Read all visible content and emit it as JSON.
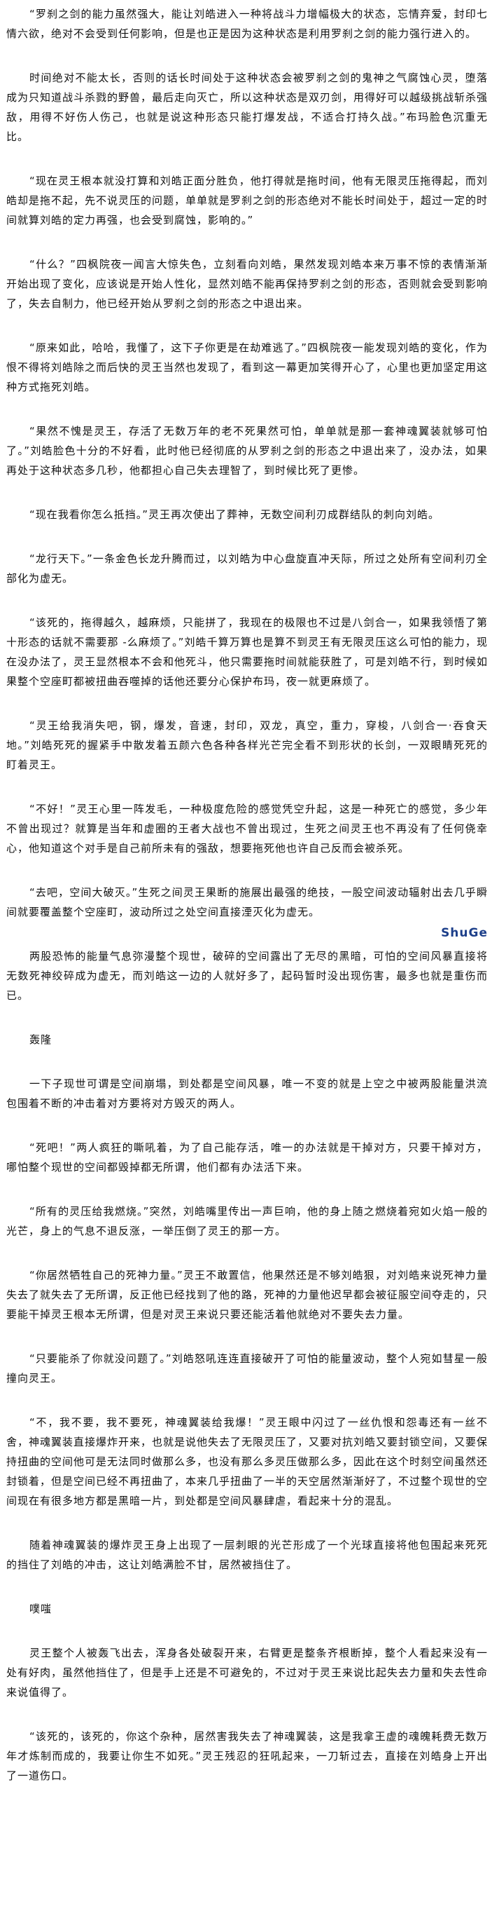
{
  "paragraphs": [
    "“罗刹之剑的能力虽然强大，能让刘皓进入一种将战斗力增幅极大的状态，忘情弃爱，封印七情六欲，绝对不会受到任何影响，但是也正是因为这种状态是利用罗刹之剑的能力强行进入的。",
    "时间绝对不能太长，否则的话长时间处于这种状态会被罗刹之剑的鬼神之气腐蚀心灵，堕落成为只知道战斗杀戮的野兽，最后走向灭亡，所以这种状态是双刃剑，用得好可以越级挑战斩杀强敌，用得不好伤人伤己，也就是说这种形态只能打爆发战，不适合打持久战。”布玛脸色沉重无比。",
    "“现在灵王根本就没打算和刘皓正面分胜负，他打得就是拖时间，他有无限灵压拖得起，而刘皓却是拖不起，先不说灵压的问题，单单就是罗刹之剑的形态绝对不能长时间处于，超过一定的时间就算刘皓的定力再强，也会受到腐蚀，影响的。”",
    "“什么？”四枫院夜一闻言大惊失色，立刻看向刘皓，果然发现刘皓本来万事不惊的表情渐渐开始出现了变化，应该说是开始人性化，显然刘皓不能再保持罗刹之剑的形态，否则就会受到影响了，失去自制力，他已经开始从罗刹之剑的形态之中退出来。",
    "“原来如此，哈哈，我懂了，这下子你更是在劫难逃了。”四枫院夜一能发现刘皓的变化，作为恨不得将刘皓除之而后快的灵王当然也发现了，看到这一幕更加笑得开心了，心里也更加坚定用这种方式拖死刘皓。",
    "“果然不愧是灵王，存活了无数万年的老不死果然可怕，单单就是那一套神魂翼装就够可怕了。”刘皓脸色十分的不好看，此时他已经彻底的从罗刹之剑的形态之中退出来了，没办法，如果再处于这种状态多几秒，他都担心自己失去理智了，到时候比死了更惨。",
    "“现在我看你怎么抵挡。”灵王再次使出了葬神，无数空间利刃成群结队的刺向刘皓。",
    "“龙行天下。”一条金色长龙升腾而过，以刘皓为中心盘旋直冲天际，所过之处所有空间利刃全部化为虚无。",
    "“该死的，拖得越久，越麻烦，只能拼了，我现在的极限也不过是八剑合一，如果我领悟了第十形态的话就不需要那 -么麻烦了。”刘皓千算万算也是算不到灵王有无限灵压这么可怕的能力，现在没办法了，灵王显然根本不会和他死斗，他只需要拖时间就能获胜了，可是刘皓不行，到时候如果整个空座町都被扭曲吞噬掉的话他还要分心保护布玛，夜一就更麻烦了。",
    "“灵王给我消失吧，钢，爆发，音速，封印，双龙，真空，重力，穿梭，八剑合一·吞食天地。”刘皓死死的握紧手中散发着五颜六色各种各样光芒完全看不到形状的长剑，一双眼睛死死的盯着灵王。",
    "“不好！”灵王心里一阵发毛，一种极度危险的感觉凭空升起，这是一种死亡的感觉，多少年不曾出现过？就算是当年和虚圈的王者大战也不曾出现过，生死之间灵王也不再没有了任何侥幸心，他知道这个对手是自己前所未有的强敌，想要拖死他也许自己反而会被杀死。",
    "“去吧，空间大破灭。”生死之间灵王果断的施展出最强的绝技，一股空间波动辐射出去几乎瞬间就要覆盖整个空座町，波动所过之处空间直接湮灭化为虚无。",
    "两股恐怖的能量气息弥漫整个现世，破碎的空间露出了无尽的黑暗，可怕的空间风暴直接将无数死神绞碎成为虚无，而刘皓这一边的人就好多了，起码暂时没出现伤害，最多也就是重伤而已。",
    "轰隆",
    "一下子现世可谓是空间崩塌，到处都是空间风暴，唯一不变的就是上空之中被两股能量洪流包围着不断的冲击着对方要将对方毁灭的两人。",
    "“死吧！”两人疯狂的嘶吼着，为了自己能存活，唯一的办法就是干掉对方，只要干掉对方，哪怕整个现世的空间都毁掉都无所谓，他们都有办法活下来。",
    "“所有的灵压给我燃烧。”突然，刘皓嘴里传出一声巨响，他的身上随之燃烧着宛如火焰一般的光芒，身上的气息不退反涨，一举压倒了灵王的那一方。",
    "“你居然牺牲自己的死神力量。”灵王不敢置信，他果然还是不够刘皓狠，对刘皓来说死神力量失去了就失去了无所谓，反正他已经找到了他的路，死神的力量他迟早都会被征服空间夺走的，只要能干掉灵王根本无所谓，但是对灵王来说只要还能活着他就绝对不要失去力量。",
    "“只要能杀了你就没问题了。”刘皓怒吼连连直接破开了可怕的能量波动，整个人宛如彗星一般撞向灵王。",
    "“不，我不要，我不要死，神魂翼装给我爆！”灵王眼中闪过了一丝仇恨和怨毒还有一丝不舍，神魂翼装直接爆炸开来，也就是说他失去了无限灵压了，又要对抗刘皓又要封锁空间，又要保持扭曲的空间他可是无法同时做那么多，也没有那么多灵压做那么多，因此在这个时刻空间虽然还封锁着，但是空间已经不再扭曲了，本来几乎扭曲了一半的天空居然渐渐好了，不过整个现世的空间现在有很多地方都是黑暗一片，到处都是空间风暴肆虐，看起来十分的混乱。",
    "随着神魂翼装的爆炸灵王身上出现了一层刺眼的光芒形成了一个光球直接将他包围起来死死的挡住了刘皓的冲击，这让刘皓满脸不甘，居然被挡住了。",
    "噗嗤",
    "灵王整个人被轰飞出去，浑身各处破裂开来，右臂更是整条齐根断掉，整个人看起来没有一处有好肉，虽然他挡住了，但是手上还是不可避免的，不过对于灵王来说比起失去力量和失去性命来说值得了。",
    "“该死的，该死的，你这个杂种，居然害我失去了神魂翼装，这是我拿王虚的魂魄耗费无数万年才炼制而成的，我要让你生不如死。”灵王残忍的狂吼起来，一刀斩过去，直接在刘皓身上开出了一道伤口。"
  ],
  "watermark": "ShuGe"
}
